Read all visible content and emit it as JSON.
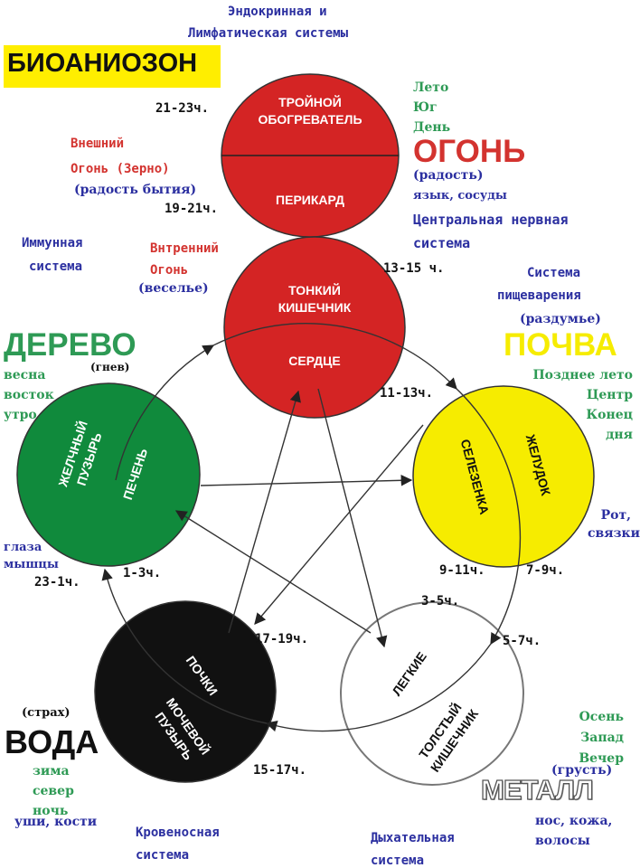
{
  "title": "БИОАНИОЗОН",
  "top_system": [
    "Эндокринная и",
    "Лимфатическая системы"
  ],
  "colors": {
    "fire": "#d42424",
    "wood": "#108a3c",
    "earth": "#f6ec00",
    "water": "#111111",
    "metal": "#ffffff"
  },
  "fire": {
    "element": "ОГОНЬ",
    "season": [
      "Лето",
      "Юг",
      "День"
    ],
    "emotion": "(радость)",
    "organs_sense": "язык, сосуды",
    "system": [
      "Центральная нервная",
      "система"
    ],
    "upper_circle": {
      "top": [
        "ТРОЙНОЙ",
        "ОБОГРЕВАТЕЛЬ"
      ],
      "bottom": "ПЕРИКАРД"
    },
    "lower_circle": {
      "top": [
        "ТОНКИЙ",
        "КИШЕЧНИК"
      ],
      "bottom": "СЕРДЦЕ"
    },
    "outer_fire": [
      "Внешний",
      "Огонь (Зерно)"
    ],
    "outer_emotion": "(радость бытия)",
    "inner_fire": [
      "Внтренний",
      "Огонь"
    ],
    "inner_emotion": "(веселье)",
    "times": {
      "t1": "21-23ч.",
      "t2": "19-21ч.",
      "t3": "13-15 ч.",
      "t4": "11-13ч."
    }
  },
  "immune": [
    "Иммунная",
    "система"
  ],
  "wood": {
    "element": "ДЕРЕВО",
    "emotion": "(гнев)",
    "season": [
      "весна",
      "восток",
      "утро"
    ],
    "organs_sense": [
      "глаза",
      "мышцы"
    ],
    "circle": {
      "left": [
        "ЖЕЛЧНЫЙ",
        "ПУЗЫРЬ"
      ],
      "right": "ПЕЧЕНЬ"
    },
    "times": {
      "t1": "23-1ч.",
      "t2": "1-3ч."
    }
  },
  "earth": {
    "element": "ПОЧВА",
    "system": [
      "Система",
      "пищеварения"
    ],
    "emotion": "(раздумье)",
    "season": [
      "Позднее лето",
      "Центр",
      "Конец",
      "дня"
    ],
    "organs_sense": [
      "Рот,",
      "связки"
    ],
    "circle": {
      "left": "СЕЛЕЗЕНКА",
      "right": "ЖЕЛУДОК"
    },
    "times": {
      "t1": "9-11ч.",
      "t2": "7-9ч."
    }
  },
  "water": {
    "element": "ВОДА",
    "emotion": "(страх)",
    "season": [
      "зима",
      "север",
      "ночь"
    ],
    "organs_sense": "уши, кости",
    "system": [
      "Кровеносная",
      "система"
    ],
    "circle": {
      "top": "ПОЧКИ",
      "bottom": [
        "МОЧЕВОЙ",
        "ПУЗЫРЬ"
      ]
    },
    "times": {
      "t1": "17-19ч.",
      "t2": "15-17ч."
    }
  },
  "metal": {
    "element": "МЕТАЛЛ",
    "emotion": "(грусть)",
    "season": [
      "Осень",
      "Запад",
      "Вечер"
    ],
    "organs_sense": [
      "нос, кожа,",
      "волосы"
    ],
    "system": [
      "Дыхательная",
      "система"
    ],
    "circle": {
      "top": "ЛЕГКИЕ",
      "bottom": [
        "ТОЛСТЫЙ",
        "КИШЕЧНИК"
      ]
    },
    "times": {
      "t1": "3-5ч.",
      "t2": "5-7ч."
    }
  }
}
